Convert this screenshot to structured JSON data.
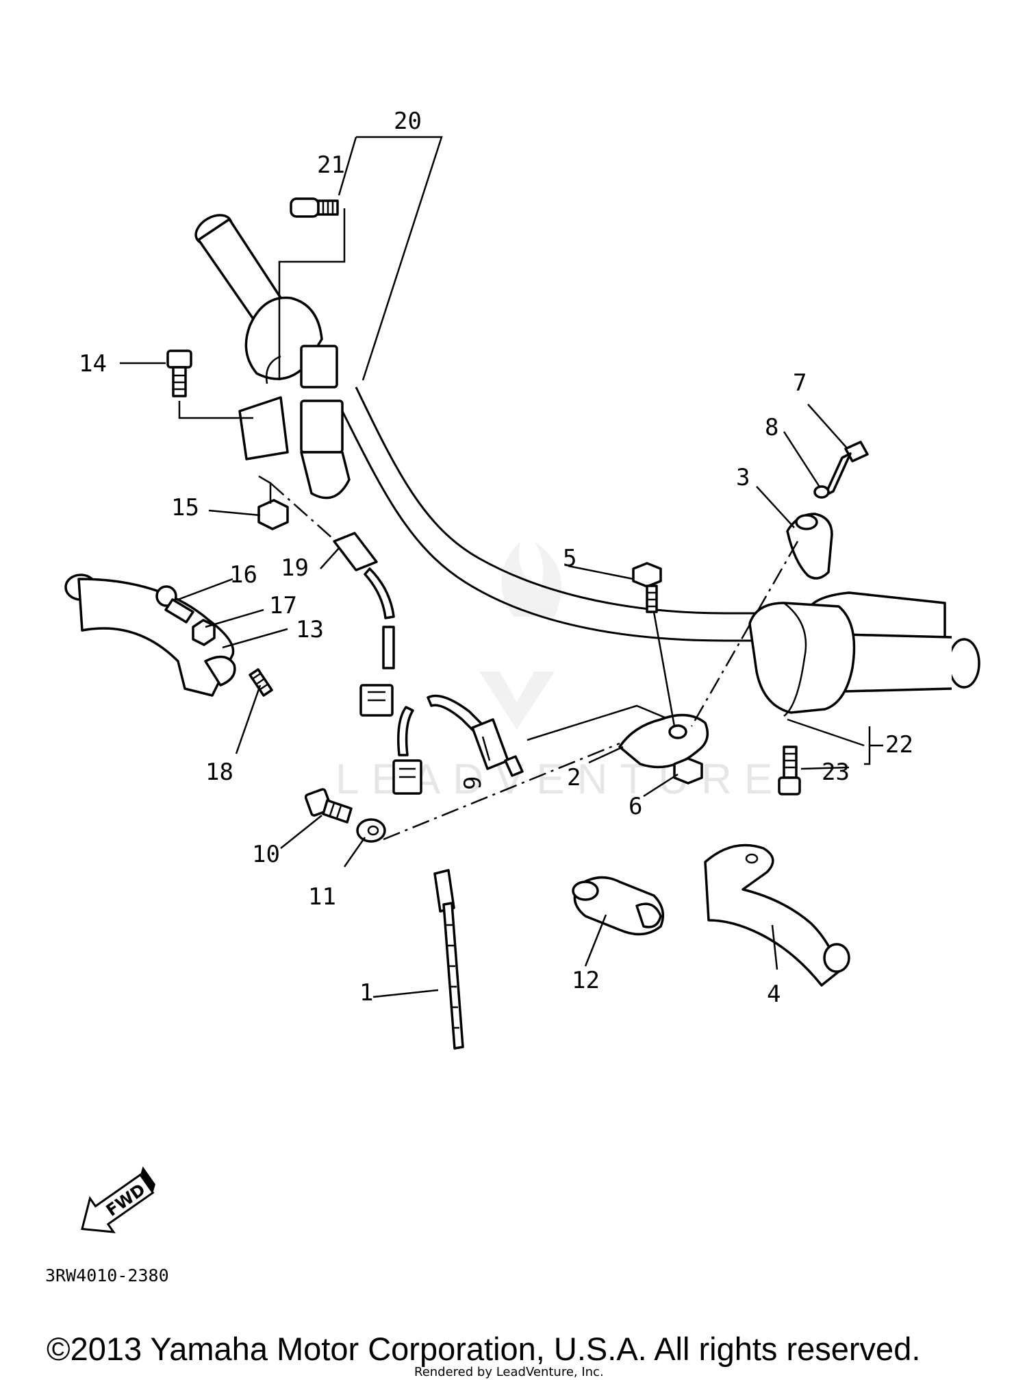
{
  "callouts": {
    "c1": "1",
    "c2": "2",
    "c3": "3",
    "c4": "4",
    "c5": "5",
    "c6": "6",
    "c7": "7",
    "c8": "8",
    "c9": "9",
    "c10": "10",
    "c11": "11",
    "c12": "12",
    "c13": "13",
    "c14": "14",
    "c15": "15",
    "c16": "16",
    "c17": "17",
    "c18": "18",
    "c19": "19",
    "c20": "20",
    "c21": "21",
    "c22": "22",
    "c23": "23"
  },
  "fwd_label": "FWD",
  "diagram_code": "3RW4010-2380",
  "watermark": "LEADVENTURE",
  "copyright": "©2013 Yamaha Motor Corporation, U.S.A. All rights reserved.",
  "rendered_by": "Rendered by LeadVenture, Inc."
}
